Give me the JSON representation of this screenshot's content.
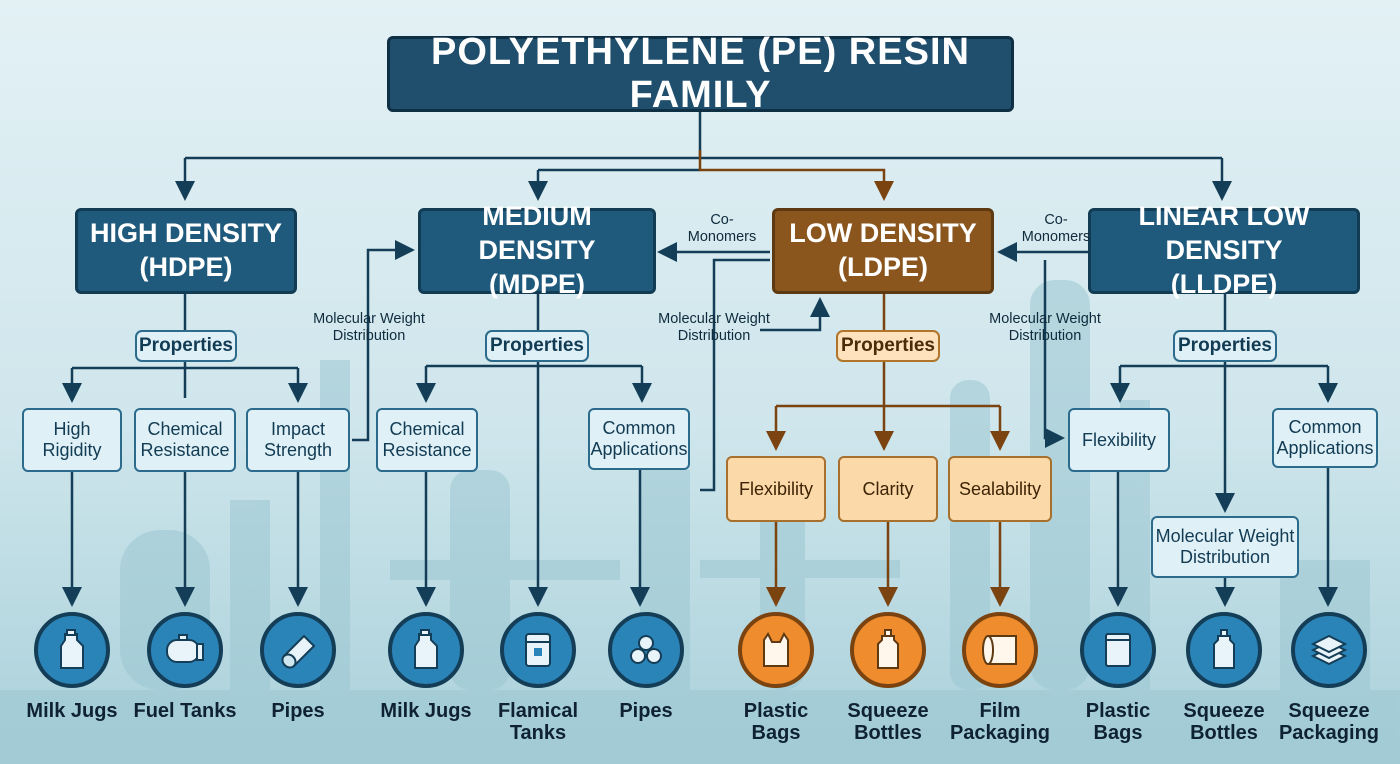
{
  "title": "POLYETHYLENE (PE) RESIN FAMILY",
  "categories": {
    "hdpe": "HIGH DENSITY\n(HDPE)",
    "mdpe": "MEDIUM DENSITY\n(MDPE)",
    "ldpe": "LOW DENSITY\n(LDPE)",
    "lldpe": "LINEAR LOW DENSITY\n(LLDPE)"
  },
  "properties_label": "Properties",
  "connectors": {
    "co_monomers_left": "Co-\nMonomers",
    "co_monomers_right": "Co-\nMonomers",
    "mwd_hdpe_mdpe": "Molecular Weight\nDistribution",
    "mwd_mdpe_ldpe": "Molecular Weight\nDistribution",
    "mwd_ldpe_lldpe": "Molecular Weight\nDistribution"
  },
  "attributes": {
    "hdpe": [
      "High\nRigidity",
      "Chemical\nResistance",
      "Impact\nStrength"
    ],
    "mdpe": [
      "Chemical\nResistance",
      "Common\nApplications"
    ],
    "ldpe": [
      "Flexibility",
      "Clarity",
      "Sealability"
    ],
    "lldpe": [
      "Flexibility",
      "Molecular Weight\nDistribution",
      "Common\nApplications"
    ]
  },
  "applications": {
    "hdpe": [
      {
        "label": "Milk Jugs",
        "icon": "milk-jug-icon"
      },
      {
        "label": "Fuel Tanks",
        "icon": "fuel-tank-icon"
      },
      {
        "label": "Pipes",
        "icon": "pipe-icon"
      }
    ],
    "mdpe": [
      {
        "label": "Milk Jugs",
        "icon": "milk-jug-icon"
      },
      {
        "label": "Flamical\nTanks",
        "icon": "chemical-tank-icon"
      },
      {
        "label": "Pipes",
        "icon": "pipes-bundle-icon"
      }
    ],
    "ldpe": [
      {
        "label": "Plastic\nBags",
        "icon": "plastic-bag-icon"
      },
      {
        "label": "Squeeze\nBottles",
        "icon": "squeeze-bottle-icon"
      },
      {
        "label": "Film\nPackaging",
        "icon": "film-roll-icon"
      }
    ],
    "lldpe": [
      {
        "label": "Plastic\nBags",
        "icon": "zip-bag-icon"
      },
      {
        "label": "Squeeze\nBottles",
        "icon": "squeeze-bottle-icon"
      },
      {
        "label": "Squeeze\nPackaging",
        "icon": "stacked-sheets-icon"
      }
    ]
  },
  "colors": {
    "blue_family": "#1f5a7c",
    "ldpe_accent": "#8a561d",
    "icon_blue": "#2b84b8",
    "icon_orange": "#ee8c2e"
  }
}
